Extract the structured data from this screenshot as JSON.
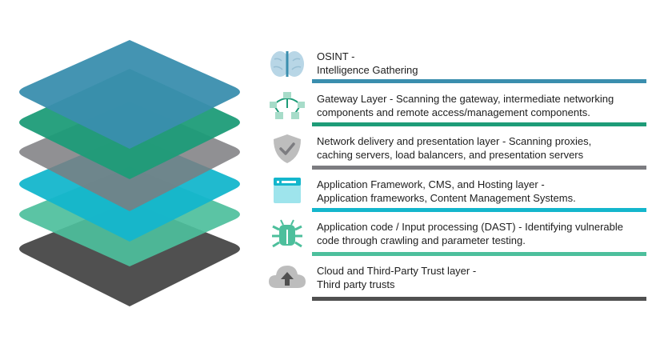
{
  "colors": {
    "l1": "#3a8eae",
    "l2": "#1e9c78",
    "l3": "#7c7c80",
    "l4": "#14b6cc",
    "l5": "#4dbf9c",
    "l6": "#505050",
    "icon_gray": "#bdbdbd",
    "icon_blue": "#b8d6e6"
  },
  "layers": [
    {
      "icon": "brain-icon",
      "line1": "OSINT -",
      "line2": "Intelligence Gathering",
      "color": "#3a8eae"
    },
    {
      "icon": "network-topology-icon",
      "line1": "Gateway Layer - Scanning the gateway, intermediate networking",
      "line2": "components and remote access/management components.",
      "color": "#1e9c78"
    },
    {
      "icon": "shield-check-icon",
      "line1": "Network delivery and presentation layer - Scanning proxies,",
      "line2": "caching servers, load balancers, and presentation servers",
      "color": "#7c7c80"
    },
    {
      "icon": "browser-window-icon",
      "line1": "Application Framework, CMS, and Hosting layer -",
      "line2": "Application frameworks, Content Management Systems.",
      "color": "#14b6cc"
    },
    {
      "icon": "bug-icon",
      "line1": "Application code / Input processing (DAST) - Identifying vulnerable",
      "line2": "code through crawling and parameter testing.",
      "color": "#4dbf9c"
    },
    {
      "icon": "cloud-upload-icon",
      "line1": "Cloud and Third-Party Trust layer -",
      "line2": "Third party trusts",
      "color": "#505050"
    }
  ]
}
